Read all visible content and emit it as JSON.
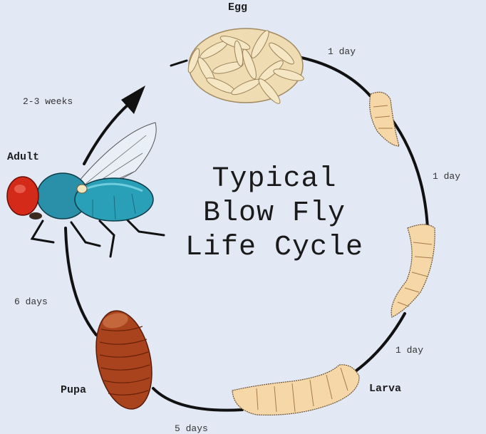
{
  "title": {
    "line1": "Typical",
    "line2": "Blow Fly",
    "line3": "Life Cycle"
  },
  "stages": {
    "egg": "Egg",
    "larva": "Larva",
    "pupa": "Pupa",
    "adult": "Adult"
  },
  "durations": {
    "egg_to_larva1": "1 day",
    "larva1_to_larva2": "1 day",
    "larva2_to_larva3": "1 day",
    "larva_to_pupa": "5 days",
    "pupa_to_adult": "6 days",
    "adult_to_egg": "2-3 weeks"
  },
  "colors": {
    "background": "#e2e8f4",
    "cycle_line": "#111111",
    "egg": "#f1dcb0",
    "larva": "#f6d7a6",
    "pupa": "#a8431e",
    "fly_body": "#2a9db5",
    "fly_eye": "#d42a1a"
  }
}
